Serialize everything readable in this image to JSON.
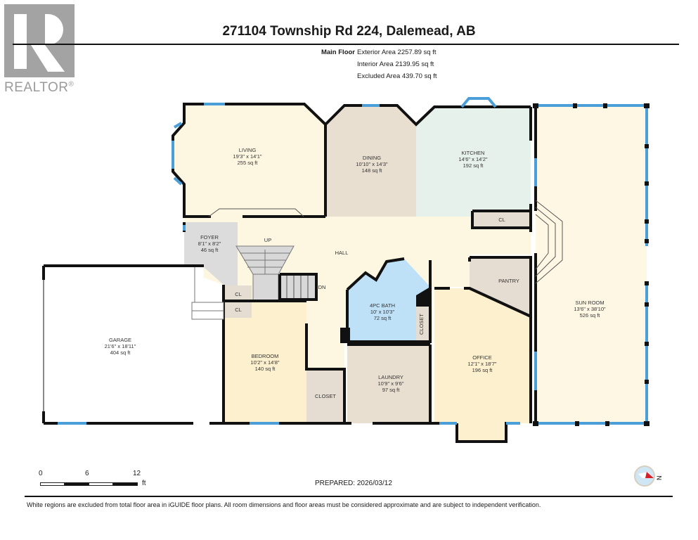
{
  "logo": {
    "text": "REALTOR",
    "mark": "®"
  },
  "header": {
    "title": "271104 Township Rd 224, Dalemead, AB"
  },
  "areas": {
    "floor_label": "Main Floor",
    "exterior": "Exterior Area 2257.89 sq ft",
    "interior": "Interior Area 2139.95 sq ft",
    "excluded": "Excluded Area 439.70 sq ft"
  },
  "rooms": {
    "living": {
      "name": "LIVING",
      "dims": "19'3\" x 14'1\"",
      "area": "255 sq ft",
      "color": "#fdf7e1"
    },
    "dining": {
      "name": "DINING",
      "dims": "10'10\" x 14'3\"",
      "area": "148 sq ft",
      "color": "#e9dfd1"
    },
    "kitchen": {
      "name": "KITCHEN",
      "dims": "14'6\" x 14'2\"",
      "area": "192 sq ft",
      "color": "#e6f1ec"
    },
    "foyer": {
      "name": "FOYER",
      "dims": "8'1\" x 8'2\"",
      "area": "46 sq ft",
      "color": "#dcdcdc"
    },
    "hall": {
      "name": "HALL",
      "color": "#fdf7e1"
    },
    "sunroom": {
      "name": "SUN ROOM",
      "dims": "13'6\" x 38'10\"",
      "area": "526 sq ft",
      "color": "#fdf7e3"
    },
    "garage": {
      "name": "GARAGE",
      "dims": "21'6\" x 18'11\"",
      "area": "404 sq ft",
      "color": "#ffffff"
    },
    "bedroom": {
      "name": "BEDROOM",
      "dims": "10'2\" x 14'8\"",
      "area": "140 sq ft",
      "color": "#fdf0cf"
    },
    "bath": {
      "name": "4PC BATH",
      "dims": "10' x 10'3\"",
      "area": "72 sq ft",
      "color": "#bfe1f7"
    },
    "laundry": {
      "name": "LAUNDRY",
      "dims": "10'9\" x 9'6\"",
      "area": "97 sq ft",
      "color": "#e9dfd1"
    },
    "office": {
      "name": "OFFICE",
      "dims": "12'1\" x 18'7\"",
      "area": "196 sq ft",
      "color": "#fdf0cf"
    },
    "pantry": {
      "name": "PANTRY",
      "color": "#e5ddd1"
    },
    "closet_bedroom": {
      "name": "CLOSET",
      "color": "#e5ddd1"
    },
    "closet_bath": {
      "name": "CLOSET",
      "color": "#e5ddd1"
    },
    "cl_kitchen": {
      "name": "CL"
    },
    "cl_foyer_1": {
      "name": "CL"
    },
    "cl_foyer_2": {
      "name": "CL"
    },
    "stairs_up": {
      "name": "UP"
    },
    "stairs_down": {
      "name": "DN"
    }
  },
  "colors": {
    "wall": "#111111",
    "window": "#4a9fd8",
    "closet": "#e5ddd1"
  },
  "scale": {
    "ticks": [
      "0",
      "6",
      "12"
    ],
    "unit": "ft"
  },
  "prepared": "PREPARED: 2026/03/12",
  "compass": {
    "label": "N"
  },
  "disclaimer": "White regions are excluded from total floor area in iGUIDE floor plans. All room dimensions and floor areas must be considered approximate and are subject to independent verification."
}
